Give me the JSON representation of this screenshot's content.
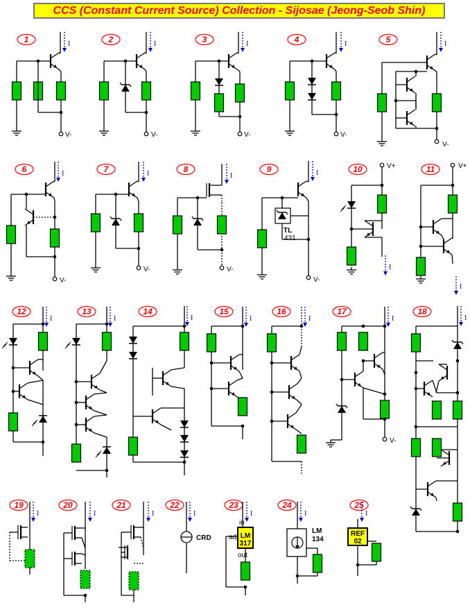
{
  "title": "CCS (Constant Current Source) Collection - Sijosae (Jeong-Seob Shin)",
  "colors": {
    "resistor": "#00cc00",
    "badge_border": "#ff0000",
    "title_bg": "#ffff00",
    "title_text": "#ff0000",
    "current_arrow": "#0000cc",
    "ic_fill": "#ffff00"
  },
  "current_symbol": "I",
  "circuits": [
    {
      "number": "1",
      "supply": "V-"
    },
    {
      "number": "2",
      "supply": "V-"
    },
    {
      "number": "3",
      "supply": "V-"
    },
    {
      "number": "4",
      "supply": "V-"
    },
    {
      "number": "5",
      "supply": "V-"
    },
    {
      "number": "6",
      "supply": "V-"
    },
    {
      "number": "7",
      "supply": "V-"
    },
    {
      "number": "8",
      "supply": "V-"
    },
    {
      "number": "9",
      "supply": "V-",
      "ic_label_1": "TL",
      "ic_label_2": "431"
    },
    {
      "number": "10",
      "supply": "V+"
    },
    {
      "number": "11",
      "supply": "V+"
    },
    {
      "number": "12"
    },
    {
      "number": "13"
    },
    {
      "number": "14"
    },
    {
      "number": "15"
    },
    {
      "number": "16"
    },
    {
      "number": "17",
      "supply": "V-"
    },
    {
      "number": "18"
    },
    {
      "number": "19"
    },
    {
      "number": "20"
    },
    {
      "number": "21"
    },
    {
      "number": "22",
      "device_label": "CRD"
    },
    {
      "number": "23",
      "pin_in": "in",
      "pin_adj": "adj",
      "pin_out": "out",
      "ic_label_1": "LM",
      "ic_label_2": "317"
    },
    {
      "number": "24",
      "ic_label_1": "LM",
      "ic_label_2": "134"
    },
    {
      "number": "25",
      "ic_label_1": "REF",
      "ic_label_2": "02"
    }
  ]
}
